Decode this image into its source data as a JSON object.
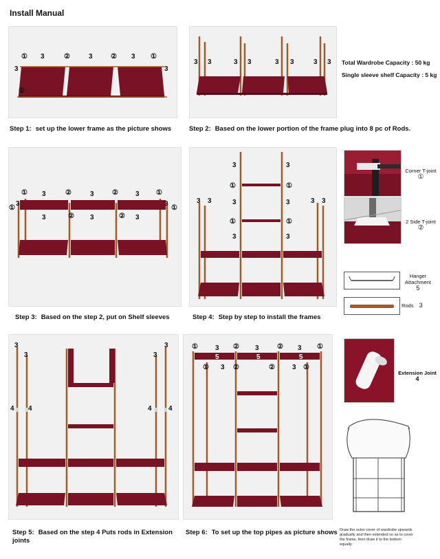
{
  "header": {
    "title": "Install Manual"
  },
  "labels": {
    "corner": "①",
    "side": "②",
    "rod": "3",
    "ext": "4",
    "hanger": "5"
  },
  "capacity": {
    "total": "Total Wardrobe Capacity : 50 kg",
    "sleeve": "Single sleeve shelf Capacity : 5 kg"
  },
  "steps": [
    {
      "label": "Step 1:",
      "text": "set up the lower frame as the picture shows"
    },
    {
      "label": "Step 2:",
      "text": "Based on the lower portion of the frame plug into 8 pc of Rods."
    },
    {
      "label": "Step 3:",
      "text": "Based on the step 2, put on Shelf sleeves"
    },
    {
      "label": "Step 4:",
      "text": "Step by step to install the frames"
    },
    {
      "label": "Step 5:",
      "text": "Based on the step 4 Puts rods in Extension joints"
    },
    {
      "label": "Step 6:",
      "text": "To set up the top pipes as picture shows"
    }
  ],
  "legend": {
    "corner": {
      "name": "Corner T-joint",
      "num": "①"
    },
    "side": {
      "name": "2 Side T-joint",
      "num": "②"
    },
    "hanger": {
      "name": "Hanger Attachment",
      "num": "5"
    },
    "rods": {
      "name": "Rods",
      "num": "3"
    },
    "ext": {
      "name": "Extension Joint",
      "num": "4"
    }
  },
  "cover_note": "Draw the outer cover of wardrobe upwards gradually and then extended so as to cover the frame, then draw it to the bottom equally.",
  "colors": {
    "fabric": "#7a1225",
    "fabric_dark": "#5a0b19",
    "rod": "#a35a2a",
    "panel": "#f1f1f1"
  }
}
